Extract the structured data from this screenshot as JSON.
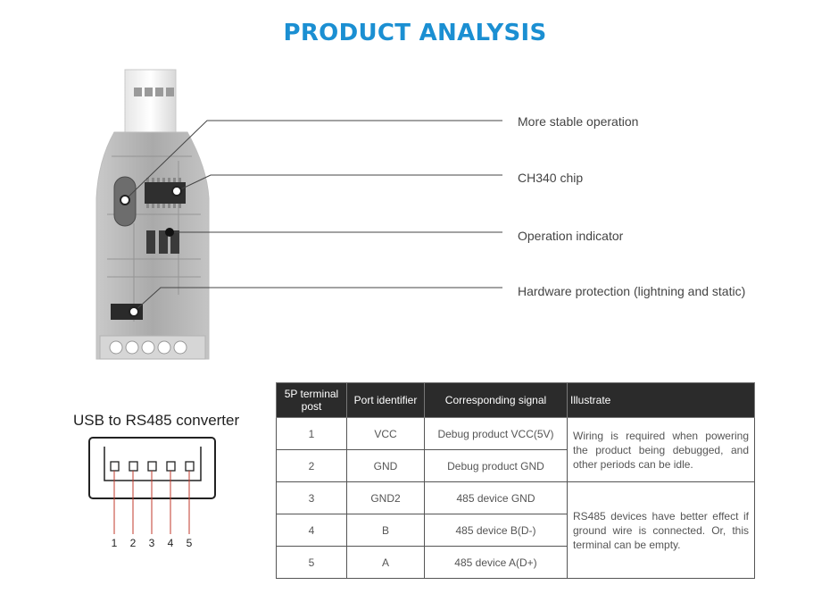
{
  "header": {
    "title": "PRODUCT ANALYSIS"
  },
  "callouts": [
    {
      "label": "More stable operation"
    },
    {
      "label": "CH340 chip"
    },
    {
      "label": "Operation indicator"
    },
    {
      "label": "Hardware protection (lightning and static)"
    }
  ],
  "converter": {
    "title": "USB to RS485 converter",
    "pins": [
      "1",
      "2",
      "3",
      "4",
      "5"
    ]
  },
  "table": {
    "headers": [
      "5P terminal post",
      "Port identifier",
      "Corresponding signal",
      "Illustrate"
    ],
    "rows": [
      {
        "post": "1",
        "port": "VCC",
        "signal": "Debug product  VCC(5V)"
      },
      {
        "post": "2",
        "port": "GND",
        "signal": "Debug product  GND"
      },
      {
        "post": "3",
        "port": "GND2",
        "signal": "485 device  GND"
      },
      {
        "post": "4",
        "port": "B",
        "signal": "485 device  B(D-)"
      },
      {
        "post": "5",
        "port": "A",
        "signal": "485 device  A(D+)"
      }
    ],
    "notes": [
      "Wiring is required when powering the product being debugged, and other periods can be idle.",
      "RS485 devices have better effect if ground wire is connected. Or, this terminal can be empty."
    ]
  },
  "colors": {
    "title": "#1b8fd2",
    "header_bg": "#2b2b2b"
  }
}
